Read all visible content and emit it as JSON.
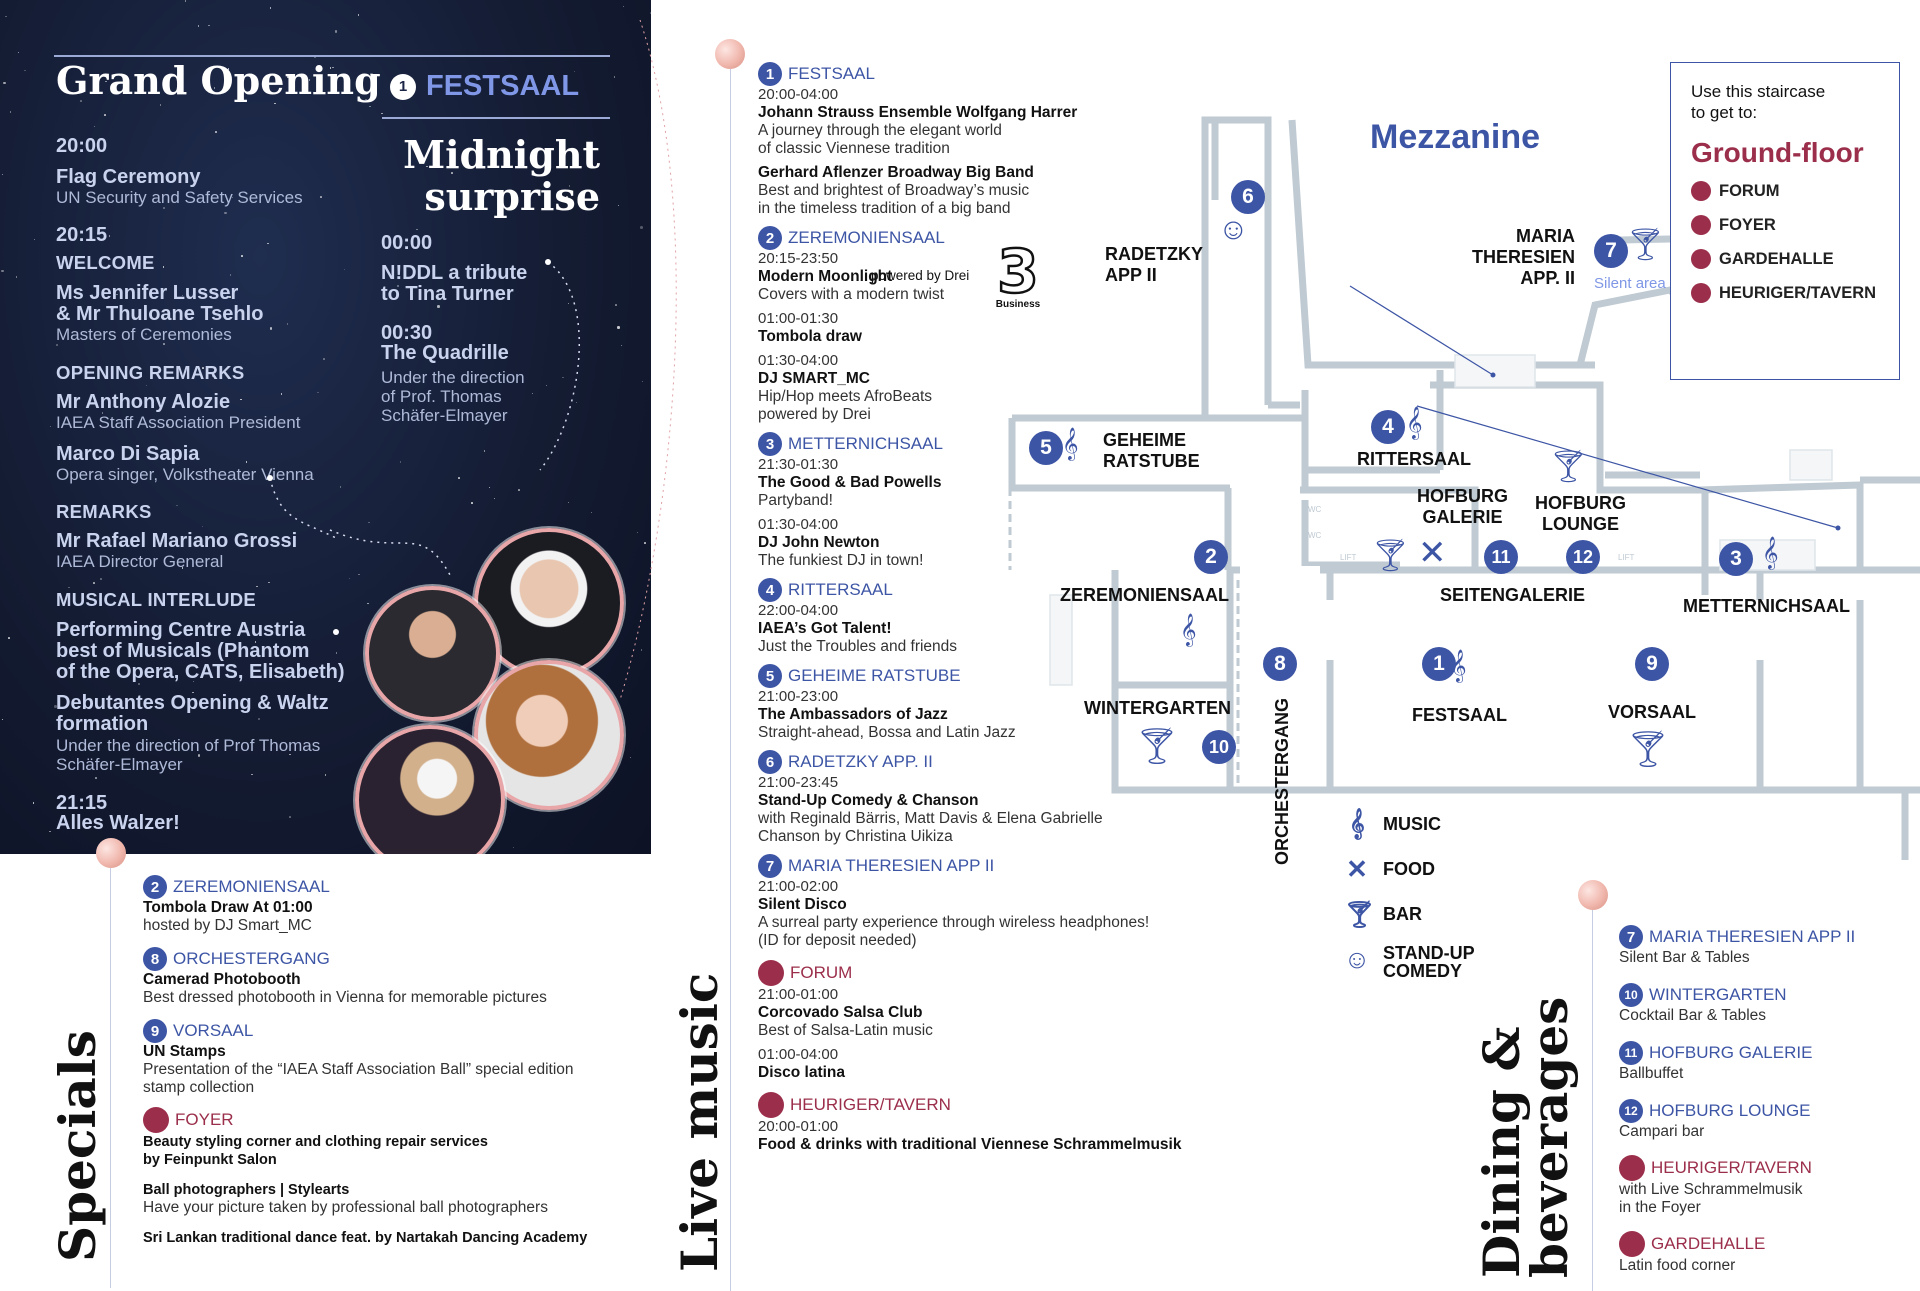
{
  "grand_opening": {
    "title": "Grand Opening",
    "badge": "1",
    "venue": "FESTSAAL",
    "items": [
      {
        "time": "20:00",
        "name": "Flag Ceremony",
        "sub": "UN Security and Safety Services"
      },
      {
        "time": "20:15",
        "heading": "WELCOME",
        "name": "Ms Jennifer Lusser\n& Mr Thuloane Tsehlo",
        "sub": "Masters of Ceremonies"
      }
    ],
    "opening_heading": "OPENING REMARKS",
    "opening": [
      {
        "name": "Mr Anthony Alozie",
        "sub": "IAEA Staff Association President"
      },
      {
        "name": "Marco Di Sapia",
        "sub": "Opera singer, Volkstheater Vienna"
      }
    ],
    "remarks_heading": "REMARKS",
    "remarks": {
      "name": "Mr Rafael Mariano Grossi",
      "sub": "IAEA Director General"
    },
    "interlude_heading": "MUSICAL INTERLUDE",
    "interlude": [
      {
        "name": "Performing Centre Austria\nbest of Musicals (Phantom\nof the Opera, CATS, Elisabeth)"
      },
      {
        "name": "Debutantes Opening & Waltz\nformation",
        "sub": "Under the direction of Prof Thomas\nSchäfer-Elmayer"
      }
    ],
    "final": {
      "time": "21:15",
      "name": "Alles Walzer!"
    }
  },
  "midnight": {
    "title": "Midnight\nsurprise",
    "items": [
      {
        "time": "00:00",
        "name": "N!DDL a tribute\nto Tina Turner"
      },
      {
        "time": "00:30",
        "name": "The Quadrille",
        "sub": "Under the direction\nof Prof. Thomas\nSchäfer-Elmayer"
      }
    ]
  },
  "specials": {
    "title": "Specials",
    "items": [
      {
        "badge": "2",
        "venue": "ZEREMONIENSAAL",
        "lines_b": [
          "Tombola Draw At 01:00"
        ],
        "lines": [
          "hosted by DJ Smart_MC"
        ]
      },
      {
        "badge": "8",
        "venue": "ORCHESTERGANG",
        "lines_b": [
          "Camerad Photobooth"
        ],
        "lines": [
          "Best dressed photobooth in Vienna for memorable pictures"
        ]
      },
      {
        "badge": "9",
        "venue": "VORSAAL",
        "lines_b": [
          "UN Stamps"
        ],
        "lines": [
          "Presentation of the “IAEA Staff Association Ball” special edition",
          "stamp collection"
        ]
      }
    ],
    "foyer": {
      "venue": "FOYER",
      "b1": "Beauty styling corner and clothing repair services",
      "b2": "by Feinpunkt Salon",
      "b3": "Ball photographers | Stylearts",
      "t3": "Have your picture taken by professional ball photographers",
      "b4": "Sri Lankan traditional dance feat. by Nartakah Dancing Academy"
    }
  },
  "live_music": {
    "title": "Live music",
    "blocks": [
      {
        "badge": "1",
        "venue": "FESTSAAL",
        "entries": [
          {
            "time": "20:00-04:00",
            "b": "Johann Strauss Ensemble Wolfgang Harrer",
            "t": [
              "A journey through the elegant world",
              "of classic Viennese tradition"
            ]
          },
          {
            "b": "Gerhard Aflenzer Broadway Big Band",
            "t": [
              "Best and brightest of Broadway’s music",
              "in the timeless tradition of a big band"
            ]
          }
        ]
      },
      {
        "badge": "2",
        "venue": "ZEREMONIENSAAL",
        "entries": [
          {
            "time": "20:15-23:50",
            "b": "Modern Moonlight",
            "t": [
              "Covers with a modern twist"
            ]
          },
          {
            "time": "01:00-01:30",
            "b": "Tombola draw",
            "t": []
          },
          {
            "time": "01:30-04:00",
            "b": "DJ SMART_MC",
            "t": [
              "Hip/Hop meets AfroBeats",
              "powered by Drei"
            ]
          }
        ]
      },
      {
        "badge": "3",
        "venue": "METTERNICHSAAL",
        "entries": [
          {
            "time": "21:30-01:30",
            "b": "The Good & Bad Powells",
            "t": [
              "Partyband!"
            ]
          },
          {
            "time": "01:30-04:00",
            "b": "DJ John Newton",
            "t": [
              "The funkiest DJ in town!"
            ]
          }
        ]
      },
      {
        "badge": "4",
        "venue": "RITTERSAAL",
        "entries": [
          {
            "time": "22:00-04:00",
            "b": "IAEA’s Got Talent!",
            "t": [
              "Just the Troubles and friends"
            ]
          }
        ]
      },
      {
        "badge": "5",
        "venue": "GEHEIME RATSTUBE",
        "entries": [
          {
            "time": "21:00-23:00",
            "b": "The Ambassadors of Jazz",
            "t": [
              "Straight-ahead, Bossa and Latin Jazz"
            ]
          }
        ]
      },
      {
        "badge": "6",
        "venue": "RADETZKY APP. II",
        "entries": [
          {
            "time": "21:00-23:45",
            "b": "Stand-Up Comedy & Chanson",
            "t": [
              "with Reginald Bärris, Matt Davis & Elena Gabrielle",
              "Chanson by Christina Uikiza"
            ]
          }
        ]
      },
      {
        "badge": "7",
        "venue": "MARIA THERESIEN APP II",
        "entries": [
          {
            "time": "21:00-02:00",
            "b": "Silent Disco",
            "t": [
              "A surreal party experience through wireless headphones!",
              "(ID for deposit needed)"
            ]
          }
        ]
      },
      {
        "badge": "",
        "venue": "FORUM",
        "entries": [
          {
            "time": "21:00-01:00",
            "b": "Corcovado Salsa Club",
            "t": [
              "Best of Salsa-Latin music"
            ]
          },
          {
            "time": "01:00-04:00",
            "b": "Disco latina",
            "t": []
          }
        ]
      },
      {
        "badge": "",
        "venue": "HEURIGER/TAVERN",
        "entries": [
          {
            "time": "20:00-01:00",
            "b": "Food & drinks with traditional Viennese Schrammelmusik",
            "t": []
          }
        ]
      }
    ],
    "powered_by": "powered by Drei",
    "drei_logo": "3",
    "drei_business": "Business"
  },
  "map": {
    "title": "Mezzanine",
    "rooms": {
      "radetzky": "RADETZKY\nAPP II",
      "maria": "MARIA\nTHERESIEN\nAPP. II",
      "silent": "Silent area",
      "geheime": "GEHEIME\nRATSTUBE",
      "rittersaal": "RITTERSAAL",
      "hofburg_galerie": "HOFBURG\nGALERIE",
      "hofburg_lounge": "HOFBURG\nLOUNGE",
      "zeremoniensaal": "ZEREMONIENSAAL",
      "seitengalerie": "SEITENGALERIE",
      "metternichsaal": "METTERNICHSAAL",
      "wintergarten": "WINTERGARTEN",
      "orchestergang": "ORCHESTERGANG",
      "festsaal": "FESTSAAL",
      "vorsaal": "VORSAAL",
      "wc": "WC",
      "lift": "LIFT"
    },
    "legend": [
      {
        "icon": "music-note-icon",
        "label": "MUSIC"
      },
      {
        "icon": "fork-knife-icon",
        "label": "FOOD"
      },
      {
        "icon": "cocktail-icon",
        "label": "BAR"
      },
      {
        "icon": "laughing-face-icon",
        "label": "STAND-UP\nCOMEDY"
      }
    ],
    "staircase": {
      "intro": "Use this staircase\nto get to:",
      "title": "Ground-floor",
      "items": [
        "FORUM",
        "FOYER",
        "GARDEHALLE",
        "HEURIGER/TAVERN"
      ]
    }
  },
  "dining": {
    "title": "Dining &\nbeverages",
    "items": [
      {
        "badge": "7",
        "venue": "MARIA THERESIEN APP II",
        "t": [
          "Silent Bar & Tables"
        ]
      },
      {
        "badge": "10",
        "venue": "WINTERGARTEN",
        "t": [
          "Cocktail Bar & Tables"
        ]
      },
      {
        "badge": "11",
        "venue": "HOFBURG GALERIE",
        "t": [
          "Ballbuffet"
        ]
      },
      {
        "badge": "12",
        "venue": "HOFBURG LOUNGE",
        "t": [
          "Campari bar"
        ]
      },
      {
        "badge": "",
        "venue": "HEURIGER/TAVERN",
        "t": [
          "with Live Schrammelmusik",
          "in the Foyer"
        ]
      },
      {
        "badge": "",
        "venue": "GARDEHALLE",
        "t": [
          "Latin food corner"
        ]
      }
    ]
  },
  "colors": {
    "accent": "#3d55a5",
    "red": "#9b2e4a",
    "dark": "#141c33",
    "wall": "#bfcad3"
  }
}
